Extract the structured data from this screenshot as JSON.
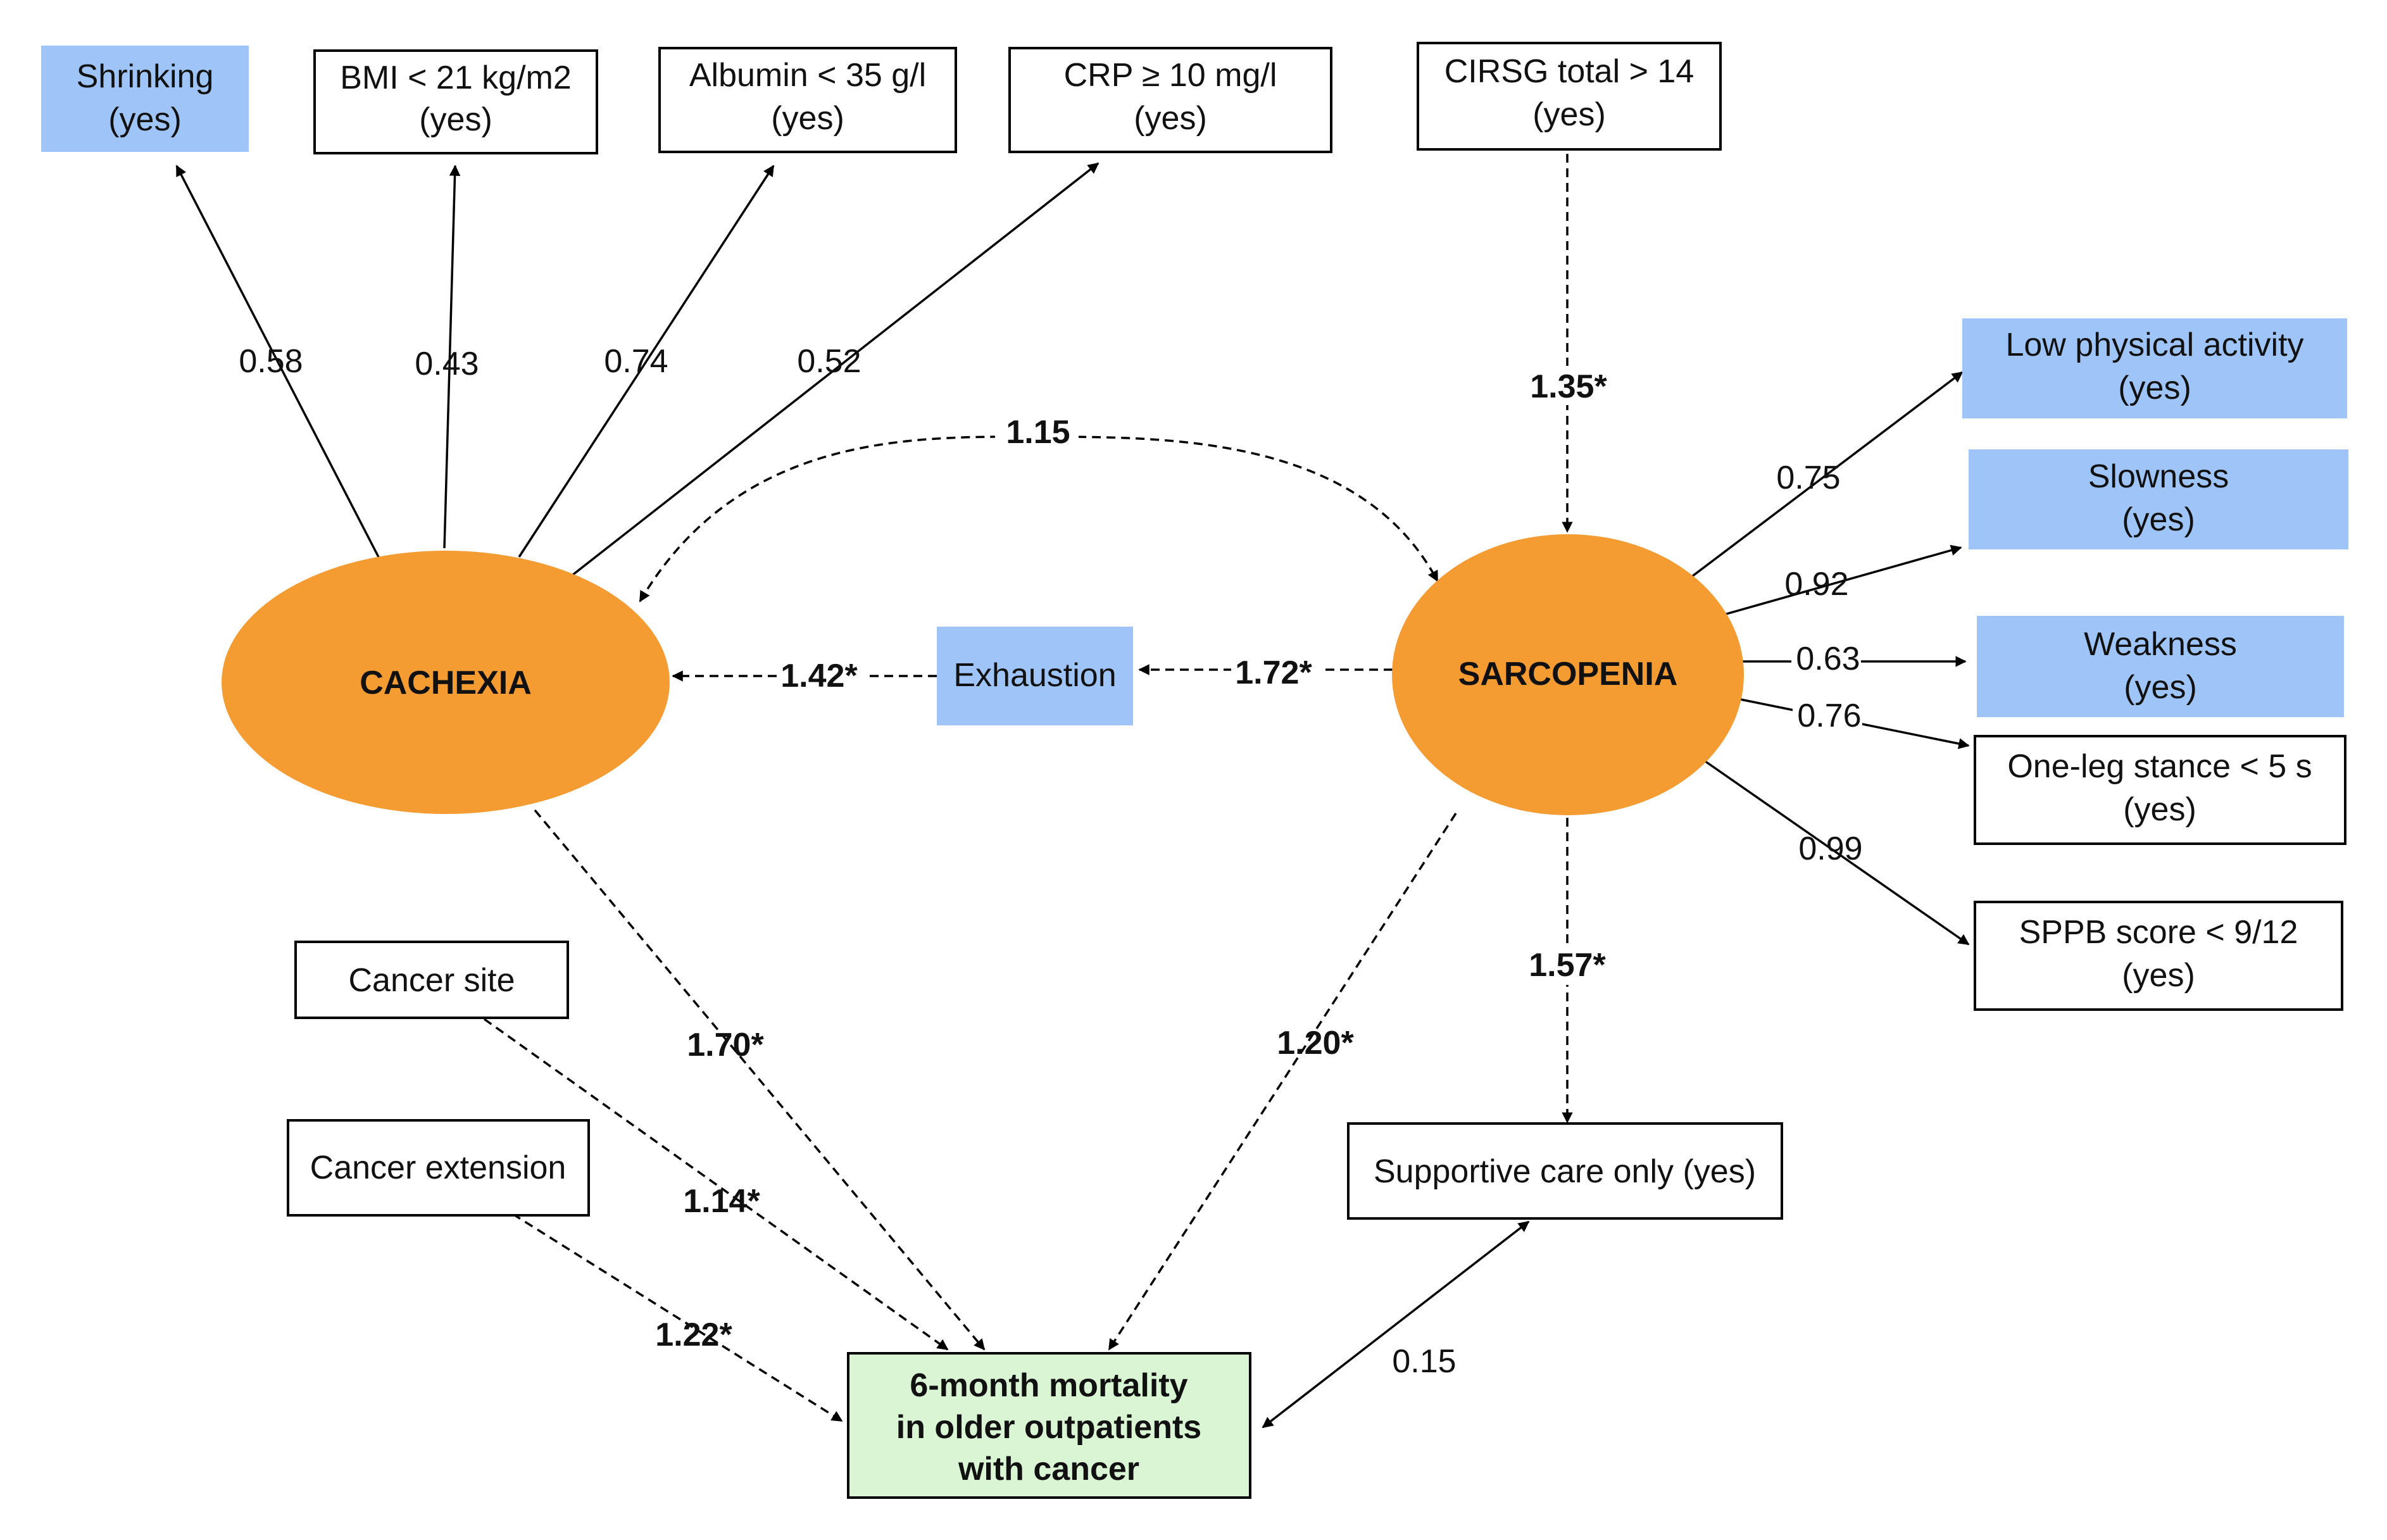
{
  "nodes": {
    "shrinking": {
      "line1": "Shrinking",
      "line2": "(yes)"
    },
    "bmi": {
      "line1": "BMI < 21 kg/m2",
      "line2": "(yes)"
    },
    "albumin": {
      "line1": "Albumin < 35 g/l",
      "line2": "(yes)"
    },
    "crp": {
      "line1": "CRP ≥ 10 mg/l",
      "line2": "(yes)"
    },
    "cirsg": {
      "line1": "CIRSG total > 14",
      "line2": "(yes)"
    },
    "low_activity": {
      "line1": "Low physical activity",
      "line2": "(yes)"
    },
    "slowness": {
      "line1": "Slowness",
      "line2": "(yes)"
    },
    "weakness": {
      "line1": "Weakness",
      "line2": "(yes)"
    },
    "one_leg": {
      "line1": "One-leg stance < 5 s",
      "line2": "(yes)"
    },
    "sppb": {
      "line1": "SPPB score < 9/12",
      "line2": "(yes)"
    },
    "cachexia": {
      "label": "CACHEXIA"
    },
    "sarcopenia": {
      "label": "SARCOPENIA"
    },
    "exhaustion": {
      "label": "Exhaustion"
    },
    "cancer_site": {
      "label": "Cancer site"
    },
    "cancer_extension": {
      "label": "Cancer extension"
    },
    "supportive_care": {
      "label": "Supportive care only (yes)"
    },
    "mortality": {
      "line1": "6-month mortality",
      "line2": "in older outpatients",
      "line3": "with cancer"
    }
  },
  "coefficients": {
    "cachexia_shrinking": "0.58",
    "cachexia_bmi": "0.43",
    "cachexia_albumin": "0.74",
    "cachexia_crp": "0.52",
    "cachexia_sarcopenia": "1.15",
    "cirsg_sarcopenia": "1.35*",
    "sarcopenia_low_activity": "0.75",
    "sarcopenia_slowness": "0.92",
    "sarcopenia_weakness": "0.63",
    "sarcopenia_one_leg": "0.76",
    "sarcopenia_sppb": "0.99",
    "exhaustion_cachexia": "1.42*",
    "sarcopenia_exhaustion": "1.72*",
    "cachexia_mortality": "1.70*",
    "sarcopenia_mortality": "1.20*",
    "sarcopenia_supportive": "1.57*",
    "cancer_site_mortality": "1.14*",
    "cancer_extension_mortality": "1.22*",
    "supportive_mortality": "0.15"
  },
  "colors": {
    "latent": "#f49b31",
    "blue_indicator": "#9fc5f8",
    "outcome": "#d9f5d3"
  }
}
